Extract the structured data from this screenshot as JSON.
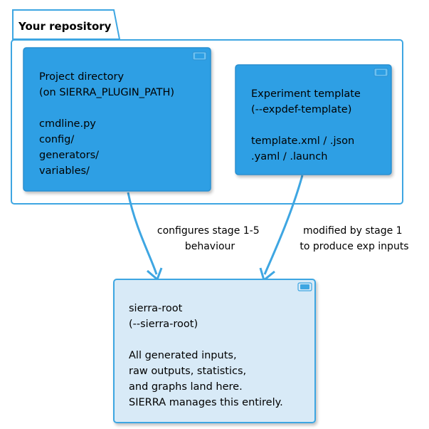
{
  "package": {
    "title": "Your repository"
  },
  "nodes": {
    "project": {
      "lines": [
        "Project directory",
        "(on SIERRA_PLUGIN_PATH)",
        "",
        "cmdline.py",
        "config/",
        "generators/",
        "variables/"
      ]
    },
    "template": {
      "lines": [
        "Experiment template",
        "(--expdef-template)",
        "",
        "template.xml / .json",
        ".yaml / .launch"
      ]
    },
    "root": {
      "lines": [
        "sierra-root",
        "(--sierra-root)",
        "",
        "All generated inputs,",
        "raw outputs, statistics,",
        "and graphs land here.",
        "SIERRA manages this entirely."
      ]
    }
  },
  "edges": {
    "configures": {
      "lines": [
        "configures stage 1-5",
        "behaviour"
      ]
    },
    "modified": {
      "lines": [
        "modified by stage 1",
        "to produce exp inputs"
      ]
    }
  },
  "colors": {
    "package_border": "#3ea6e2",
    "node_fill_strong": "#2e9fe4",
    "node_border_strong": "#2b8fd0",
    "node_fill_light": "#d8eaf7",
    "node_border_light": "#3ea6e2",
    "edge": "#3ea6e2",
    "text_on_strong": "#000000",
    "text_on_light": "#000000"
  },
  "icons": [
    "component-icon"
  ]
}
